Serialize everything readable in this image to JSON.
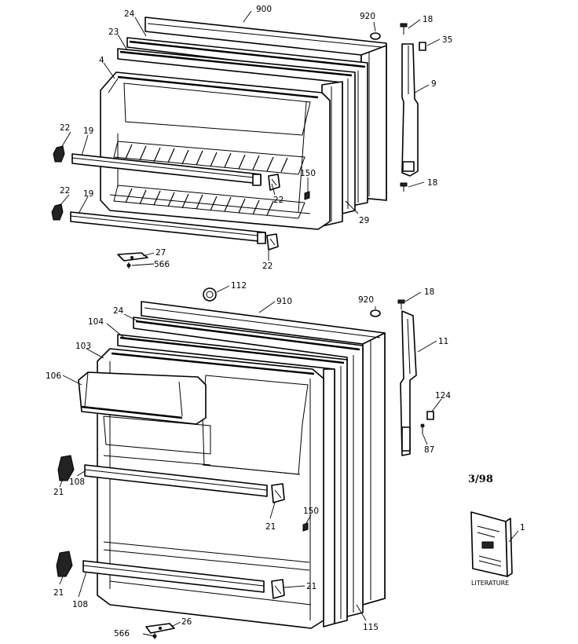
{
  "labels": {
    "upper_door": "900",
    "upper_gasket": "24",
    "upper_liner_trim": "23",
    "upper_liner": "4",
    "upper_plug": "920",
    "upper_hinge_screw": "18",
    "upper_hinge_cap": "35",
    "upper_hinge": "9",
    "upper_hinge_screw_bottom": "18",
    "upper_shelf_support_left_top": "22",
    "upper_shelf_rail_top": "19",
    "upper_shelf_support_left_bottom": "22",
    "upper_shelf_rail_bottom": "19",
    "upper_shelf_support_right_top": "22",
    "upper_stop": "150",
    "upper_door_frame": "29",
    "upper_shelf_support_right_bottom": "22",
    "upper_stop_bracket": "27",
    "upper_stop_screw": "566",
    "lower_button": "112",
    "lower_door": "910",
    "lower_plug": "920",
    "lower_hinge_screw": "18",
    "lower_gasket": "24",
    "lower_liner_trim": "104",
    "lower_hinge": "11",
    "lower_liner": "103",
    "lower_dairy_door": "106",
    "lower_hinge_cap": "124",
    "lower_hinge_pin": "87",
    "date_code": "3/98",
    "lower_support_left_top": "21",
    "lower_rail_top": "108",
    "lower_support_right_top": "21",
    "lower_stop": "150",
    "literature_num": "1",
    "literature_caption": "LITERATURE",
    "lower_support_left_bottom": "21",
    "lower_rail_bottom": "108",
    "lower_support_right_bottom": "21",
    "lower_door_frame": "115",
    "lower_stop_bracket": "26",
    "lower_stop_screw": "566"
  }
}
